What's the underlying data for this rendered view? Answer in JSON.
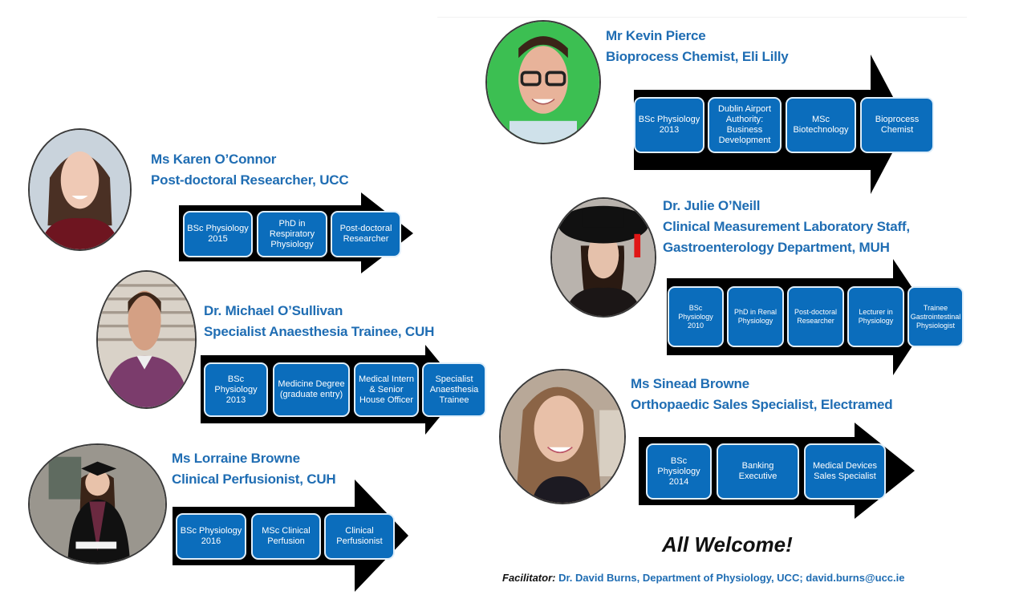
{
  "profiles": [
    {
      "id": "kevin",
      "name": "Mr Kevin Pierce",
      "role_lines": [
        "Bioprocess Chemist, Eli Lilly"
      ],
      "photo_bg": "#3cbf52",
      "steps": [
        "BSc Physiology\n2013",
        "Dublin Airport\nAuthority:\nBusiness\nDevelopment",
        "MSc\nBiotechnology",
        "Bioprocess\nChemist"
      ]
    },
    {
      "id": "karen",
      "name": "Ms Karen O’Connor",
      "role_lines": [
        "Post-doctoral Researcher, UCC"
      ],
      "photo_bg": "#c9d3dc",
      "steps": [
        "BSc Physiology\n2015",
        "PhD in\nRespiratory\nPhysiology",
        "Post-doctoral\nResearcher"
      ]
    },
    {
      "id": "michael",
      "name": "Dr. Michael O’Sullivan",
      "role_lines": [
        "Specialist Anaesthesia Trainee, CUH"
      ],
      "photo_bg": "#c8bfb6",
      "steps": [
        "BSc Physiology\n2013",
        "Medicine Degree\n(graduate entry)",
        "Medical Intern\n& Senior\nHouse Officer",
        "Specialist\nAnaesthesia\nTrainee"
      ]
    },
    {
      "id": "lorraine",
      "name": "Ms Lorraine Browne",
      "role_lines": [
        "Clinical Perfusionist, CUH"
      ],
      "photo_bg": "#9a968e",
      "steps": [
        "BSc Physiology\n2016",
        "MSc Clinical\nPerfusion",
        "Clinical\nPerfusionist"
      ]
    },
    {
      "id": "julie",
      "name": "Dr. Julie O’Neill",
      "role_lines": [
        "Clinical Measurement Laboratory Staff,",
        "Gastroenterology Department, MUH"
      ],
      "photo_bg": "#b9b3ad",
      "steps": [
        "BSc Physiology\n2010",
        "PhD in Renal\nPhysiology",
        "Post-doctoral\nResearcher",
        "Lecturer in\nPhysiology",
        "Trainee\nGastrointestinal\nPhysiologist"
      ]
    },
    {
      "id": "sinead",
      "name": "Ms Sinead Browne",
      "role_lines": [
        "Orthopaedic Sales Specialist, Electramed"
      ],
      "photo_bg": "#8a6a55",
      "steps": [
        "BSc\nPhysiology\n2014",
        "Banking\nExecutive",
        "Medical Devices\nSales Specialist"
      ]
    }
  ],
  "welcome": "All Welcome!",
  "footer": {
    "label": "Facilitator",
    "text": "Dr. David Burns, Department of Physiology, UCC; david.burns@ucc.ie"
  },
  "colors": {
    "heading": "#1f6db3",
    "box": "#0b6dbc",
    "arrow": "#000000"
  }
}
